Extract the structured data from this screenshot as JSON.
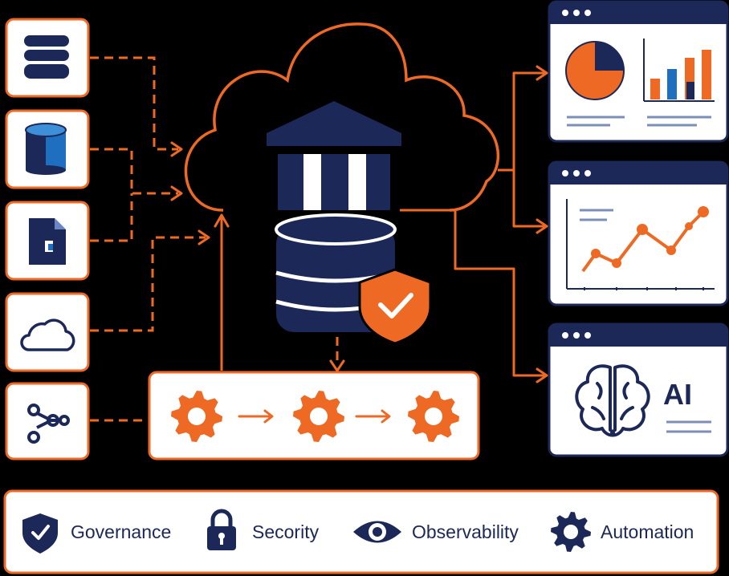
{
  "colors": {
    "background": "#000000",
    "accent": "#ee6a24",
    "navy": "#1c2857",
    "panel": "#ffffff",
    "blue": "#1e6fc0",
    "line": "#7b8fb8"
  },
  "sources": [
    {
      "icon": "database-stack-icon"
    },
    {
      "icon": "cylinder-storage-icon"
    },
    {
      "icon": "document-file-icon"
    },
    {
      "icon": "cloud-outline-icon"
    },
    {
      "icon": "network-nodes-icon"
    }
  ],
  "hub": {
    "icons": [
      "cloud-outline-icon",
      "bank-building-icon",
      "database-icon",
      "shield-check-icon"
    ]
  },
  "pipeline": {
    "icons": [
      "gear-icon",
      "arrow-right-icon",
      "gear-icon",
      "arrow-right-icon",
      "gear-icon"
    ]
  },
  "outputs": [
    {
      "icon": "pie-bar-chart-icon"
    },
    {
      "icon": "line-chart-icon"
    },
    {
      "icon": "brain-icon",
      "label": "AI"
    }
  ],
  "legend": [
    {
      "icon": "shield-check-icon",
      "label": "Governance"
    },
    {
      "icon": "padlock-icon",
      "label": "Secority"
    },
    {
      "icon": "eye-icon",
      "label": "Observability"
    },
    {
      "icon": "gear-icon",
      "label": "Automation"
    }
  ]
}
